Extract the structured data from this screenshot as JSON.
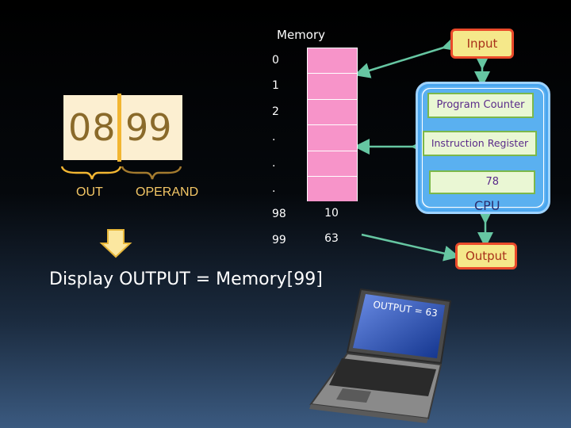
{
  "instruction": {
    "opcode": "08",
    "operand": "99",
    "opcode_label": "OUT",
    "operand_label": "OPERAND"
  },
  "memory": {
    "title": "Memory",
    "cells": [
      {
        "addr": "0",
        "value": ""
      },
      {
        "addr": "1",
        "value": ""
      },
      {
        "addr": "2",
        "value": ""
      },
      {
        "addr": ".",
        "value": ""
      },
      {
        "addr": ".",
        "value": ""
      },
      {
        "addr": ".",
        "value": ""
      },
      {
        "addr": "98",
        "value": "10"
      },
      {
        "addr": "99",
        "value": "63"
      }
    ]
  },
  "cpu": {
    "label": "CPU",
    "program_counter": "Program Counter",
    "instruction_register": "Instruction Register",
    "accumulator_value": "78"
  },
  "io": {
    "input_label": "Input",
    "output_label": "Output"
  },
  "display_text": "Display OUTPUT = Memory[99]",
  "laptop_screen_text": "OUTPUT = 63",
  "colors": {
    "memory_cell": "#f794c9",
    "cpu_fill": "#4aa6ee",
    "register_fill": "#eaf7d4",
    "io_fill": "#f5e88a",
    "io_border": "#ea4a2a",
    "arrow": "#66c6a2",
    "instruction_box": "#fcefd1",
    "brace": "#f2b632"
  }
}
